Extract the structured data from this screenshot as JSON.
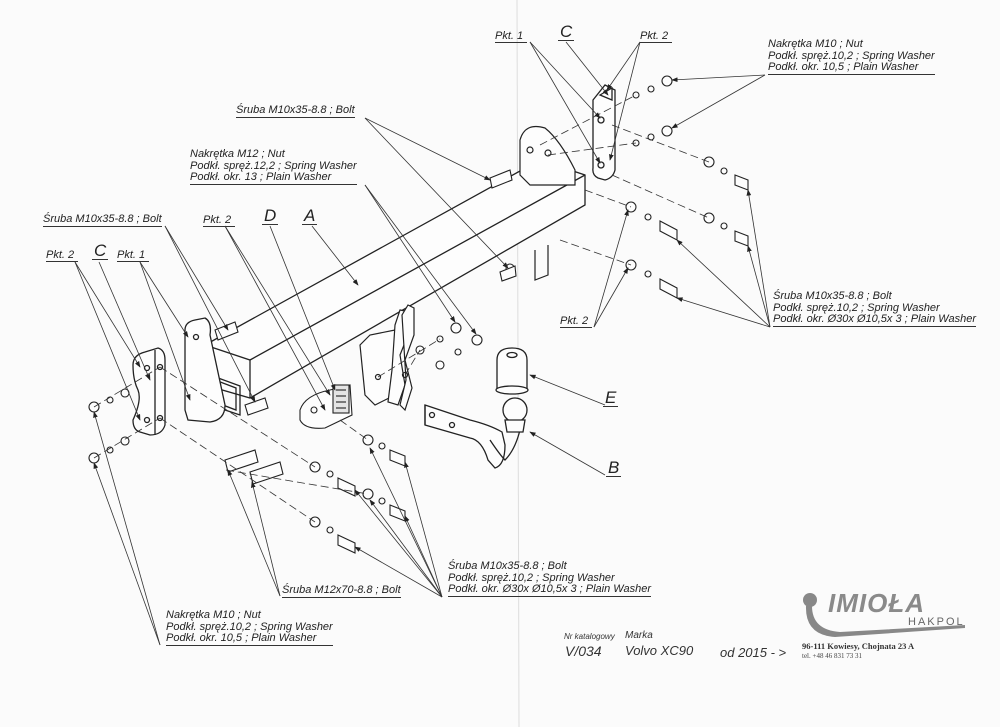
{
  "labels": {
    "top_pkt1": "Pkt. 1",
    "top_c": "C",
    "top_pkt2": "Pkt. 2",
    "right_top": [
      "Nakrętka  M10 ; Nut",
      "Podkł. spręż.10,2 ; Spring Washer",
      "Podkł. okr. 10,5 ; Plain Washer"
    ],
    "bolt_top_center": "Śruba M10x35-8.8 ;  Bolt",
    "nut_m12": [
      "Nakrętka  M12 ; Nut",
      "Podkł. spręż.12,2 ; Spring Washer",
      "Podkł. okr. 13 ; Plain Washer"
    ],
    "bolt_left": "Śruba M10x35-8.8 ;  Bolt",
    "mid_pkt2": "Pkt. 2",
    "mid_d": "D",
    "mid_a": "A",
    "left_pkt2": "Pkt. 2",
    "left_c": "C",
    "left_pkt1": "Pkt. 1",
    "right_mid_pkt2": "Pkt. 2",
    "right_mid": [
      "Śruba M10x35-8.8 ;  Bolt",
      "Podkł. spręż.10,2 ; Spring Washer",
      "Podkł. okr.  Ø30x Ø10,5x 3 ; Plain Washer"
    ],
    "letter_e": "E",
    "letter_b": "B",
    "bottom_center": [
      "Śruba M10x35-8.8 ;  Bolt",
      "Podkł. spręż.10,2 ; Spring Washer",
      "Podkł. okr.  Ø30x Ø10,5x 3 ; Plain Washer"
    ],
    "bolt_m12": "Śruba M12x70-8.8 ;  Bolt",
    "bottom_left": [
      "Nakrętka  M10 ; Nut",
      "Podkł. spręż.10,2 ; Spring Washer",
      "Podkł. okr. 10,5 ; Plain Washer"
    ]
  },
  "footer": {
    "catalog_label": "Nr katalogowy",
    "catalog_value": "V/034",
    "make_label": "Marka",
    "make_value": "Volvo XC90",
    "from_year": "od  2015 - >",
    "logo_text": "IMIOŁA",
    "logo_sub": "HAKPOL",
    "address": "96-111 Kowiesy, Chojnata 23 A",
    "phone": "tel. +48 46 831 73 31"
  },
  "colors": {
    "ink": "#222222",
    "paper": "#fbfbfb",
    "logo_gray": "#8a8a8a"
  }
}
